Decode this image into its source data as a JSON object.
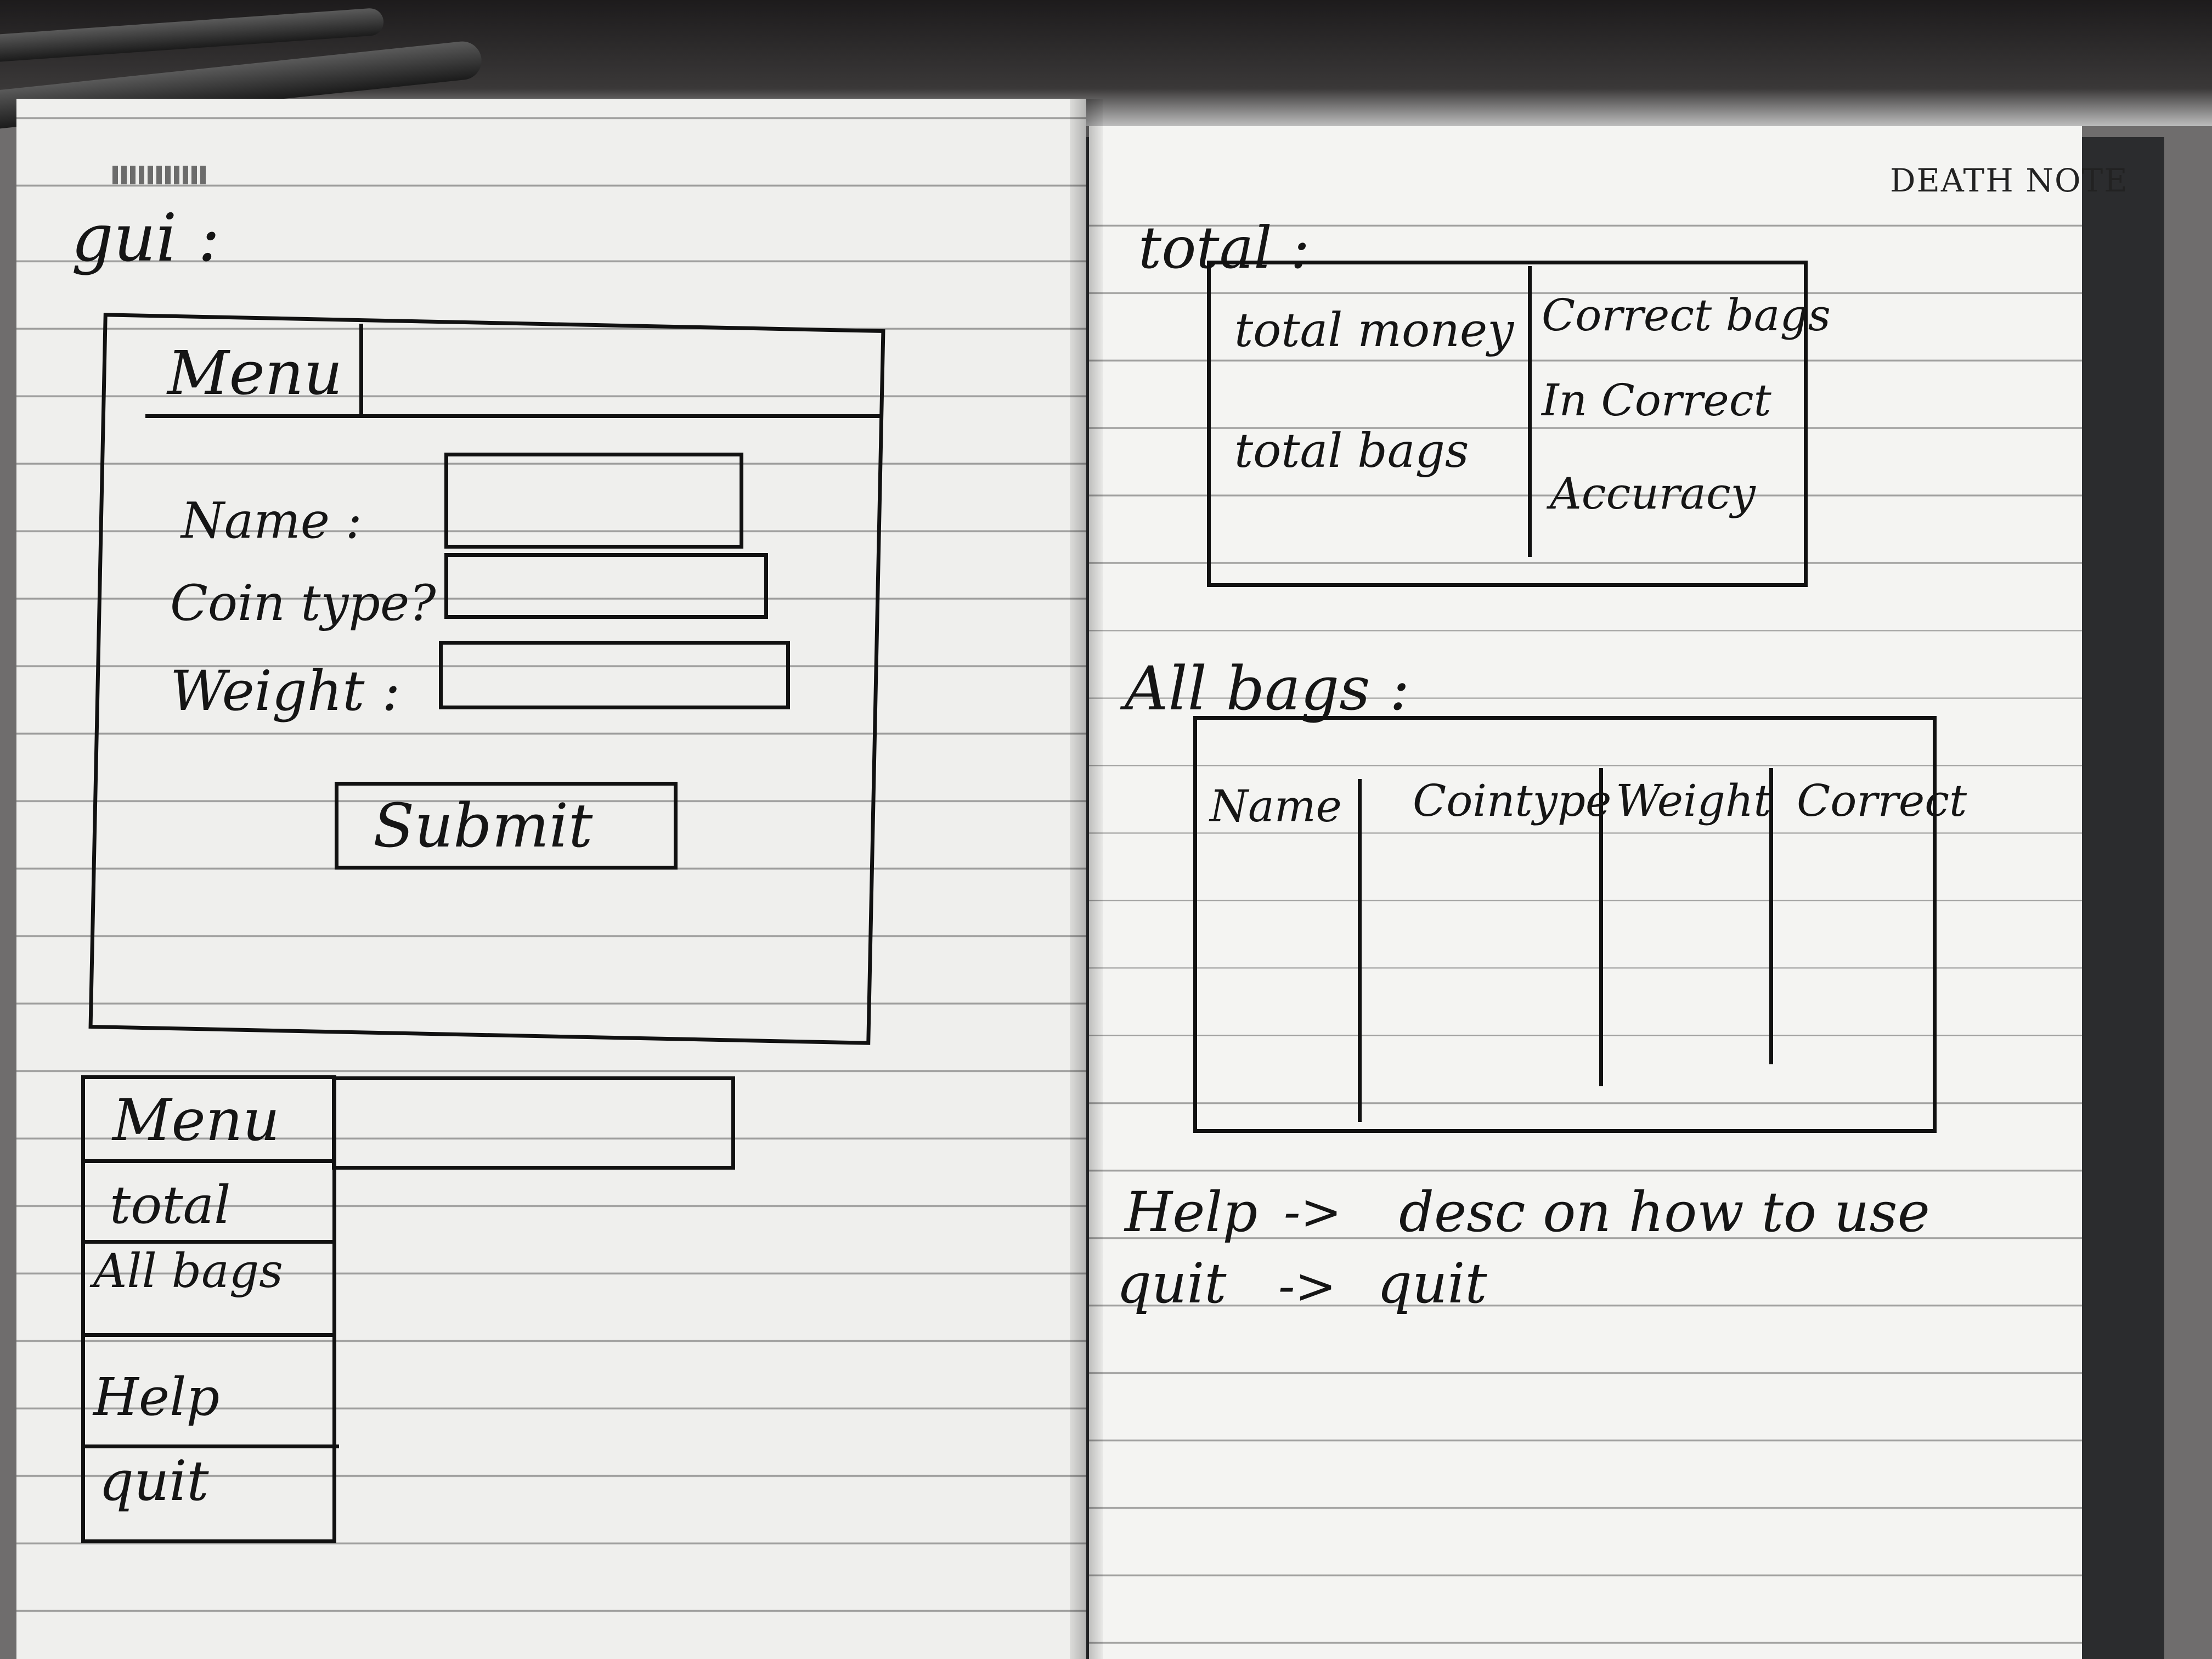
{
  "notebook_brand": "DEATH NOTE",
  "gui_sketch": {
    "heading": "gui :",
    "form_window": {
      "menu_label": "Menu",
      "name_label": "Name :",
      "coin_type_label": "Coin type?",
      "weight_label": "Weight :",
      "submit_label": "Submit"
    },
    "menu_dropdown": {
      "menu_label": "Menu",
      "items": [
        "total",
        "All bags",
        "Help",
        "quit"
      ]
    }
  },
  "total_sketch": {
    "heading": "total :",
    "left_col": [
      "total money",
      "total bags"
    ],
    "right_col": [
      "Correct bags",
      "In Correct",
      "Accuracy"
    ]
  },
  "all_bags_sketch": {
    "heading": "All bags :",
    "columns": [
      "Name",
      "Cointype",
      "Weight",
      "Correct"
    ]
  },
  "notes": [
    {
      "label": "Help",
      "arrow": "->",
      "text": "desc on how to use"
    },
    {
      "label": "quit",
      "arrow": "->",
      "text": "quit"
    }
  ]
}
